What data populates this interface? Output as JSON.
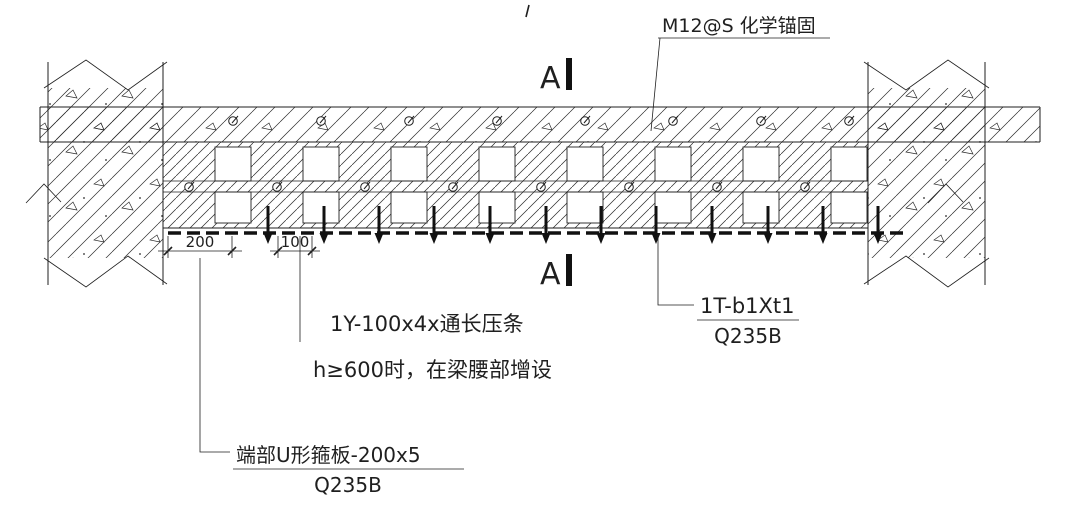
{
  "colors": {
    "line": "#1f1f1f",
    "background": "#ffffff"
  },
  "section_markers": {
    "top": "A",
    "bottom": "A"
  },
  "dimensions": {
    "end_plate_width": "200",
    "batten_width": "100"
  },
  "labels": {
    "anchor": "M12@S 化学锚固",
    "batten": "1Y-100x4x通长压条",
    "batten_note": "h≥600时，在梁腰部增设",
    "bottom_plate": "1T-b1Xt1",
    "bottom_plate_grade": "Q235B",
    "end_u_plate": "端部U形箍板-200x5",
    "end_u_plate_grade": "Q235B"
  },
  "icons": {
    "anchor_bolt": "anchor-bolt-icon",
    "load_arrow": "load-arrow-icon",
    "break_line": "break-line",
    "section_cut_bar": "section-cut-bar"
  }
}
